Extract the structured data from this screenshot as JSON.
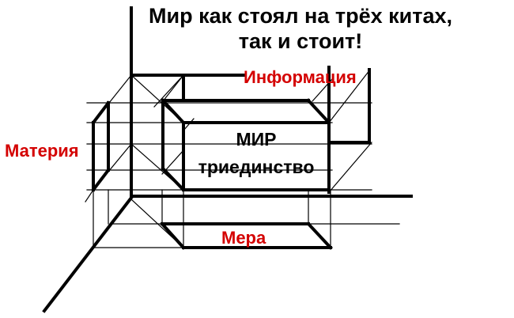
{
  "title": {
    "line1": "Мир как стоял на трёх китах,",
    "line2": "так и стоит!"
  },
  "labels": {
    "information": "Информация",
    "matter": "Материя",
    "measure": "Мера",
    "center_line1": "МИР",
    "center_line2": "триединство"
  },
  "colors": {
    "line": "#000000",
    "label_red": "#d40000",
    "background": "#ffffff"
  }
}
